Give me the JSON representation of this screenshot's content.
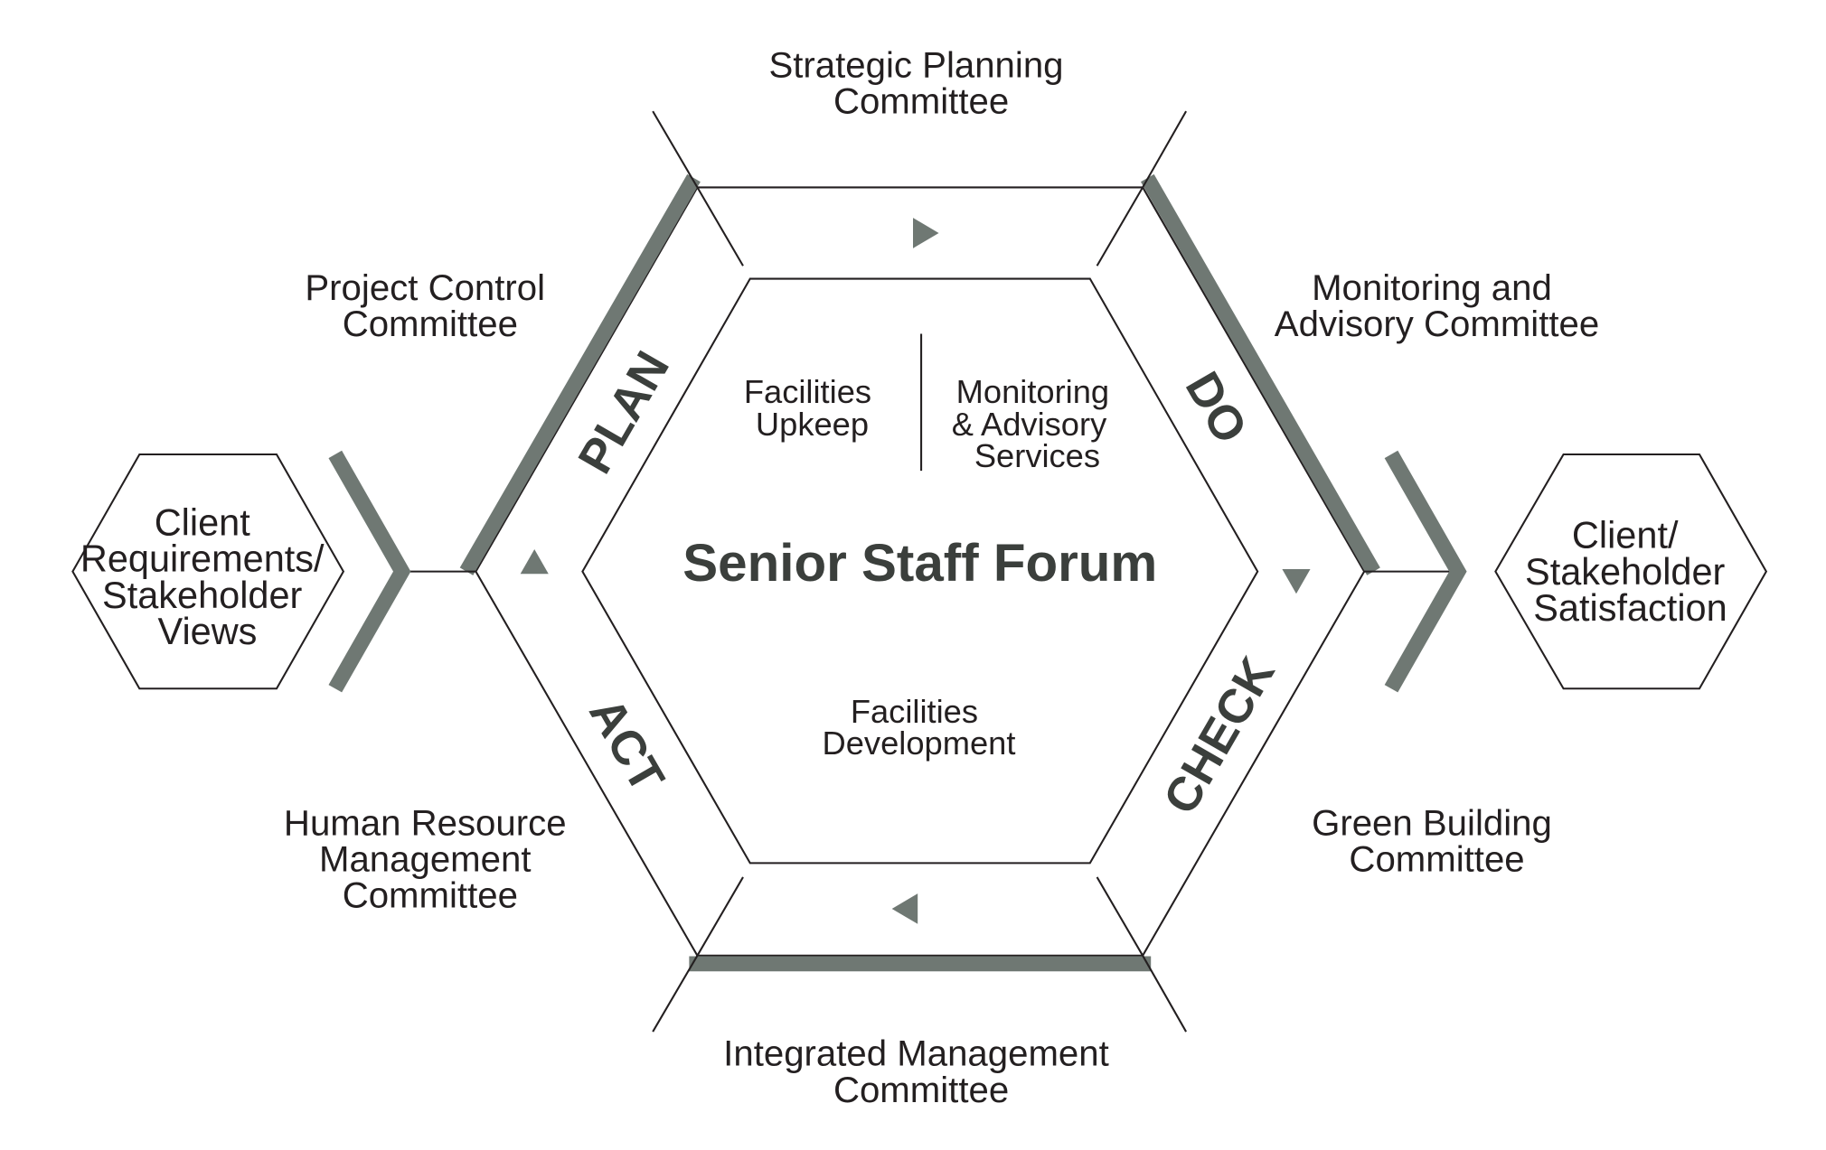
{
  "diagram": {
    "title": "Senior Staff Forum",
    "colors": {
      "accent": "#6f7873",
      "line": "#231f20",
      "text": "#231f20",
      "title": "#3b3f3c"
    },
    "phases": {
      "plan": "PLAN",
      "do": "DO",
      "check": "CHECK",
      "act": "ACT"
    },
    "inner": {
      "upkeep": [
        "Facilities",
        "Upkeep"
      ],
      "monitoring": [
        "Monitoring",
        "& Advisory",
        "Services"
      ],
      "development": [
        "Facilities",
        "Development"
      ]
    },
    "committees": {
      "strategic": [
        "Strategic Planning",
        "Committee"
      ],
      "project": [
        "Project Control",
        "Committee"
      ],
      "monitoring": [
        "Monitoring and",
        "Advisory Committee"
      ],
      "hr": [
        "Human Resource",
        "Management",
        "Committee"
      ],
      "green": [
        "Green Building",
        "Committee"
      ],
      "integrated": [
        "Integrated Management",
        "Committee"
      ]
    },
    "input": [
      "Client",
      "Requirements/",
      "Stakeholder",
      "Views"
    ],
    "output": [
      "Client/",
      "Stakeholder",
      "Satisfaction"
    ]
  }
}
